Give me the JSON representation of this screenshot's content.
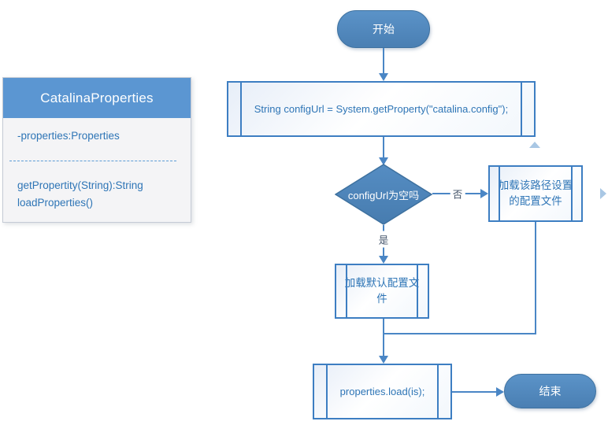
{
  "colors": {
    "node_fill": "#4d86bb",
    "node_border": "#3e719f",
    "box_border": "#3d7ec2",
    "connector_line": "#4a86c5",
    "text_blue": "#2e75b6",
    "edge_label_text": "#44546a",
    "class_header_fill": "#5b96d2",
    "nav_arrow_fill": "#a9c7e4"
  },
  "class_box": {
    "title": "CatalinaProperties",
    "attribute": "-properties:Properties",
    "methods": [
      "getPropertity(String):String",
      "loadProperties()"
    ]
  },
  "flow": {
    "start": "开始",
    "assign": "String configUrl = System.getProperty(\"catalina.config\");",
    "decision": "configUrl为空吗",
    "label_no": "否",
    "label_yes": "是",
    "load_path": "加载该路径设置的配置文件",
    "load_default": "加载默认配置文件",
    "load_props": "properties.load(is);",
    "end": "结束"
  },
  "icons": {
    "nav_up": "up-triangle",
    "nav_right": "right-triangle"
  }
}
